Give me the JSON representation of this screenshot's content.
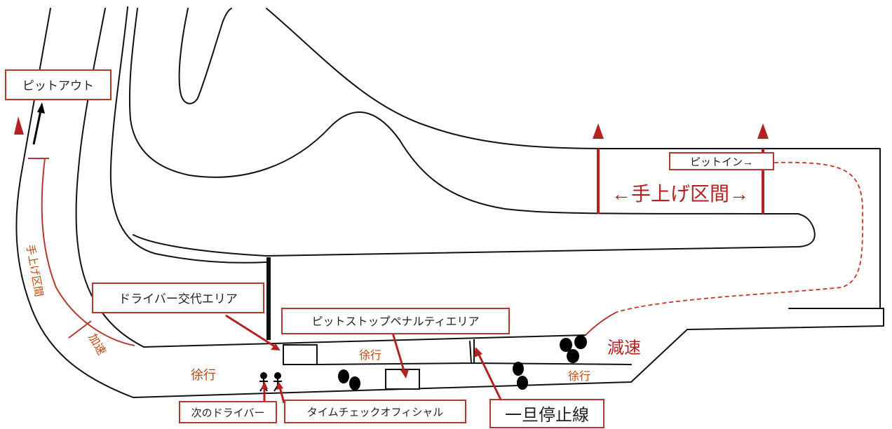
{
  "labels": {
    "pit_out": "ピットアウト",
    "pit_in": "ピットイン→",
    "hand_up_zone_top": "←手上げ区間→",
    "hand_up_zone_left": "手上げ区間",
    "accel": "加速",
    "driver_change_area": "ドライバー交代エリア",
    "pit_stop_penalty_area": "ピットストップペナルティエリア",
    "slow_left": "徐行",
    "slow_center": "徐行",
    "slow_right": "徐行",
    "decel": "減速",
    "next_driver": "次のドライバー",
    "time_check_official": "タイムチェックオフィシャル",
    "stop_line": "一旦停止線"
  },
  "colors": {
    "accent_red": "#b22222",
    "box_border": "#b03a2e",
    "slow_text": "#b9480e",
    "track_line": "#111111"
  }
}
